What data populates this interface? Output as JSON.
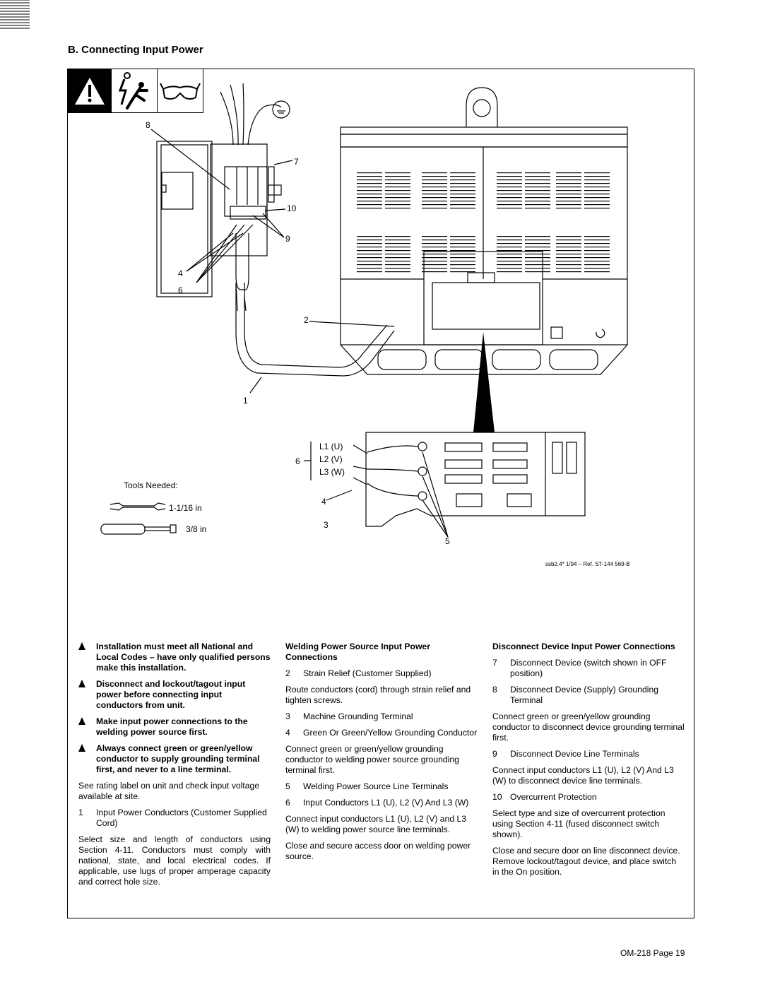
{
  "section_title": "B.  Connecting Input Power",
  "diagram": {
    "callouts": {
      "c1": "1",
      "c2": "2",
      "c3": "3",
      "c4a": "4",
      "c4b": "4",
      "c5": "5",
      "c6a": "6",
      "c6b": "6",
      "c7": "7",
      "c8": "8",
      "c9": "9",
      "c10": "10"
    },
    "phase_labels": {
      "l1": "L1 (U)",
      "l2": "L2 (V)",
      "l3": "L3 (W)"
    },
    "tools_needed_label": "Tools Needed:",
    "wrench_size": "1-1/16 in",
    "screwdriver_size": "3/8 in",
    "reference": "ssb2.4* 1/94 – Ref. ST-144 569-B",
    "icons": [
      "warning-icon",
      "electric-shock-icon",
      "safety-glasses-icon"
    ]
  },
  "col1": {
    "warnings": [
      "Installation must meet all National and Local Codes – have only qualified persons make this installation.",
      "Disconnect and lockout/tagout input power before connecting input conductors from unit.",
      "Make input power connections to the welding power source first.",
      "Always connect green or green/yellow conductor to supply grounding terminal first, and never to a line terminal."
    ],
    "intro": "See rating label on unit and check input voltage available at site.",
    "item1_num": "1",
    "item1_text": "Input Power Conductors (Customer Supplied Cord)",
    "para": "Select size and length of conductors using Section 4-11. Conductors must comply with national, state, and local electrical codes. If applicable, use lugs of proper amperage capacity and correct hole size."
  },
  "col2": {
    "heading": "Welding Power Source Input Power Connections",
    "i2_num": "2",
    "i2": "Strain Relief (Customer Supplied)",
    "p1": "Route conductors (cord) through strain relief and tighten screws.",
    "i3_num": "3",
    "i3": "Machine Grounding Terminal",
    "i4_num": "4",
    "i4": "Green Or Green/Yellow Grounding Conductor",
    "p2": "Connect green or green/yellow grounding conductor to welding power source grounding terminal first.",
    "i5_num": "5",
    "i5": "Welding Power Source Line Terminals",
    "i6_num": "6",
    "i6": "Input Conductors L1 (U), L2 (V) And L3 (W)",
    "p3": "Connect input conductors L1 (U), L2 (V) and L3 (W) to welding power source line terminals.",
    "p4": "Close and secure access door on welding power source."
  },
  "col3": {
    "heading": "Disconnect Device Input Power Connections",
    "i7_num": "7",
    "i7": "Disconnect Device (switch shown in OFF position)",
    "i8_num": "8",
    "i8": "Disconnect Device (Supply) Grounding Terminal",
    "p1": "Connect green or green/yellow grounding conductor to disconnect device grounding terminal first.",
    "i9_num": "9",
    "i9": "Disconnect Device Line Terminals",
    "p2": "Connect input conductors L1 (U), L2 (V) And L3 (W) to disconnect device line terminals.",
    "i10_num": "10",
    "i10": "Overcurrent Protection",
    "p3": "Select type and size of overcurrent protection using Section 4-11 (fused disconnect switch shown).",
    "p4": "Close and secure door on line disconnect device. Remove lockout/tagout device, and place switch in the On position."
  },
  "footer": "OM-218 Page 19"
}
